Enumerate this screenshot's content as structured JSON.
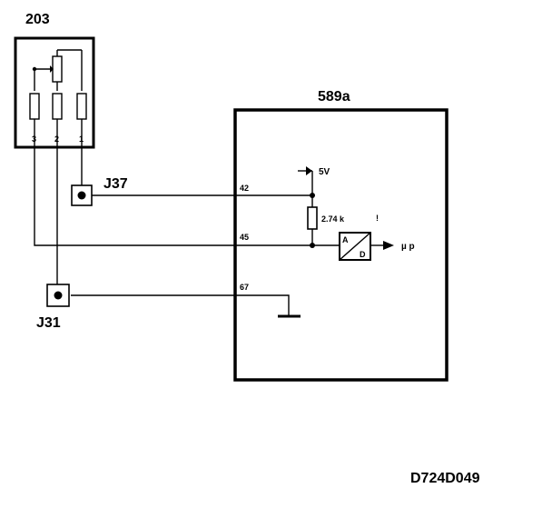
{
  "diagram": {
    "sensor": {
      "label": "203",
      "pins": [
        "3",
        "2",
        "1"
      ]
    },
    "connectors": {
      "upper": "J37",
      "lower": "J31"
    },
    "ecu": {
      "label": "589a",
      "pins": [
        "42",
        "45",
        "67"
      ],
      "supply": "5V",
      "resistor": "2.74 k",
      "adc_in": "A",
      "adc_out": "D",
      "output": "µ p",
      "mark": "!"
    },
    "reference": "D724D049"
  }
}
